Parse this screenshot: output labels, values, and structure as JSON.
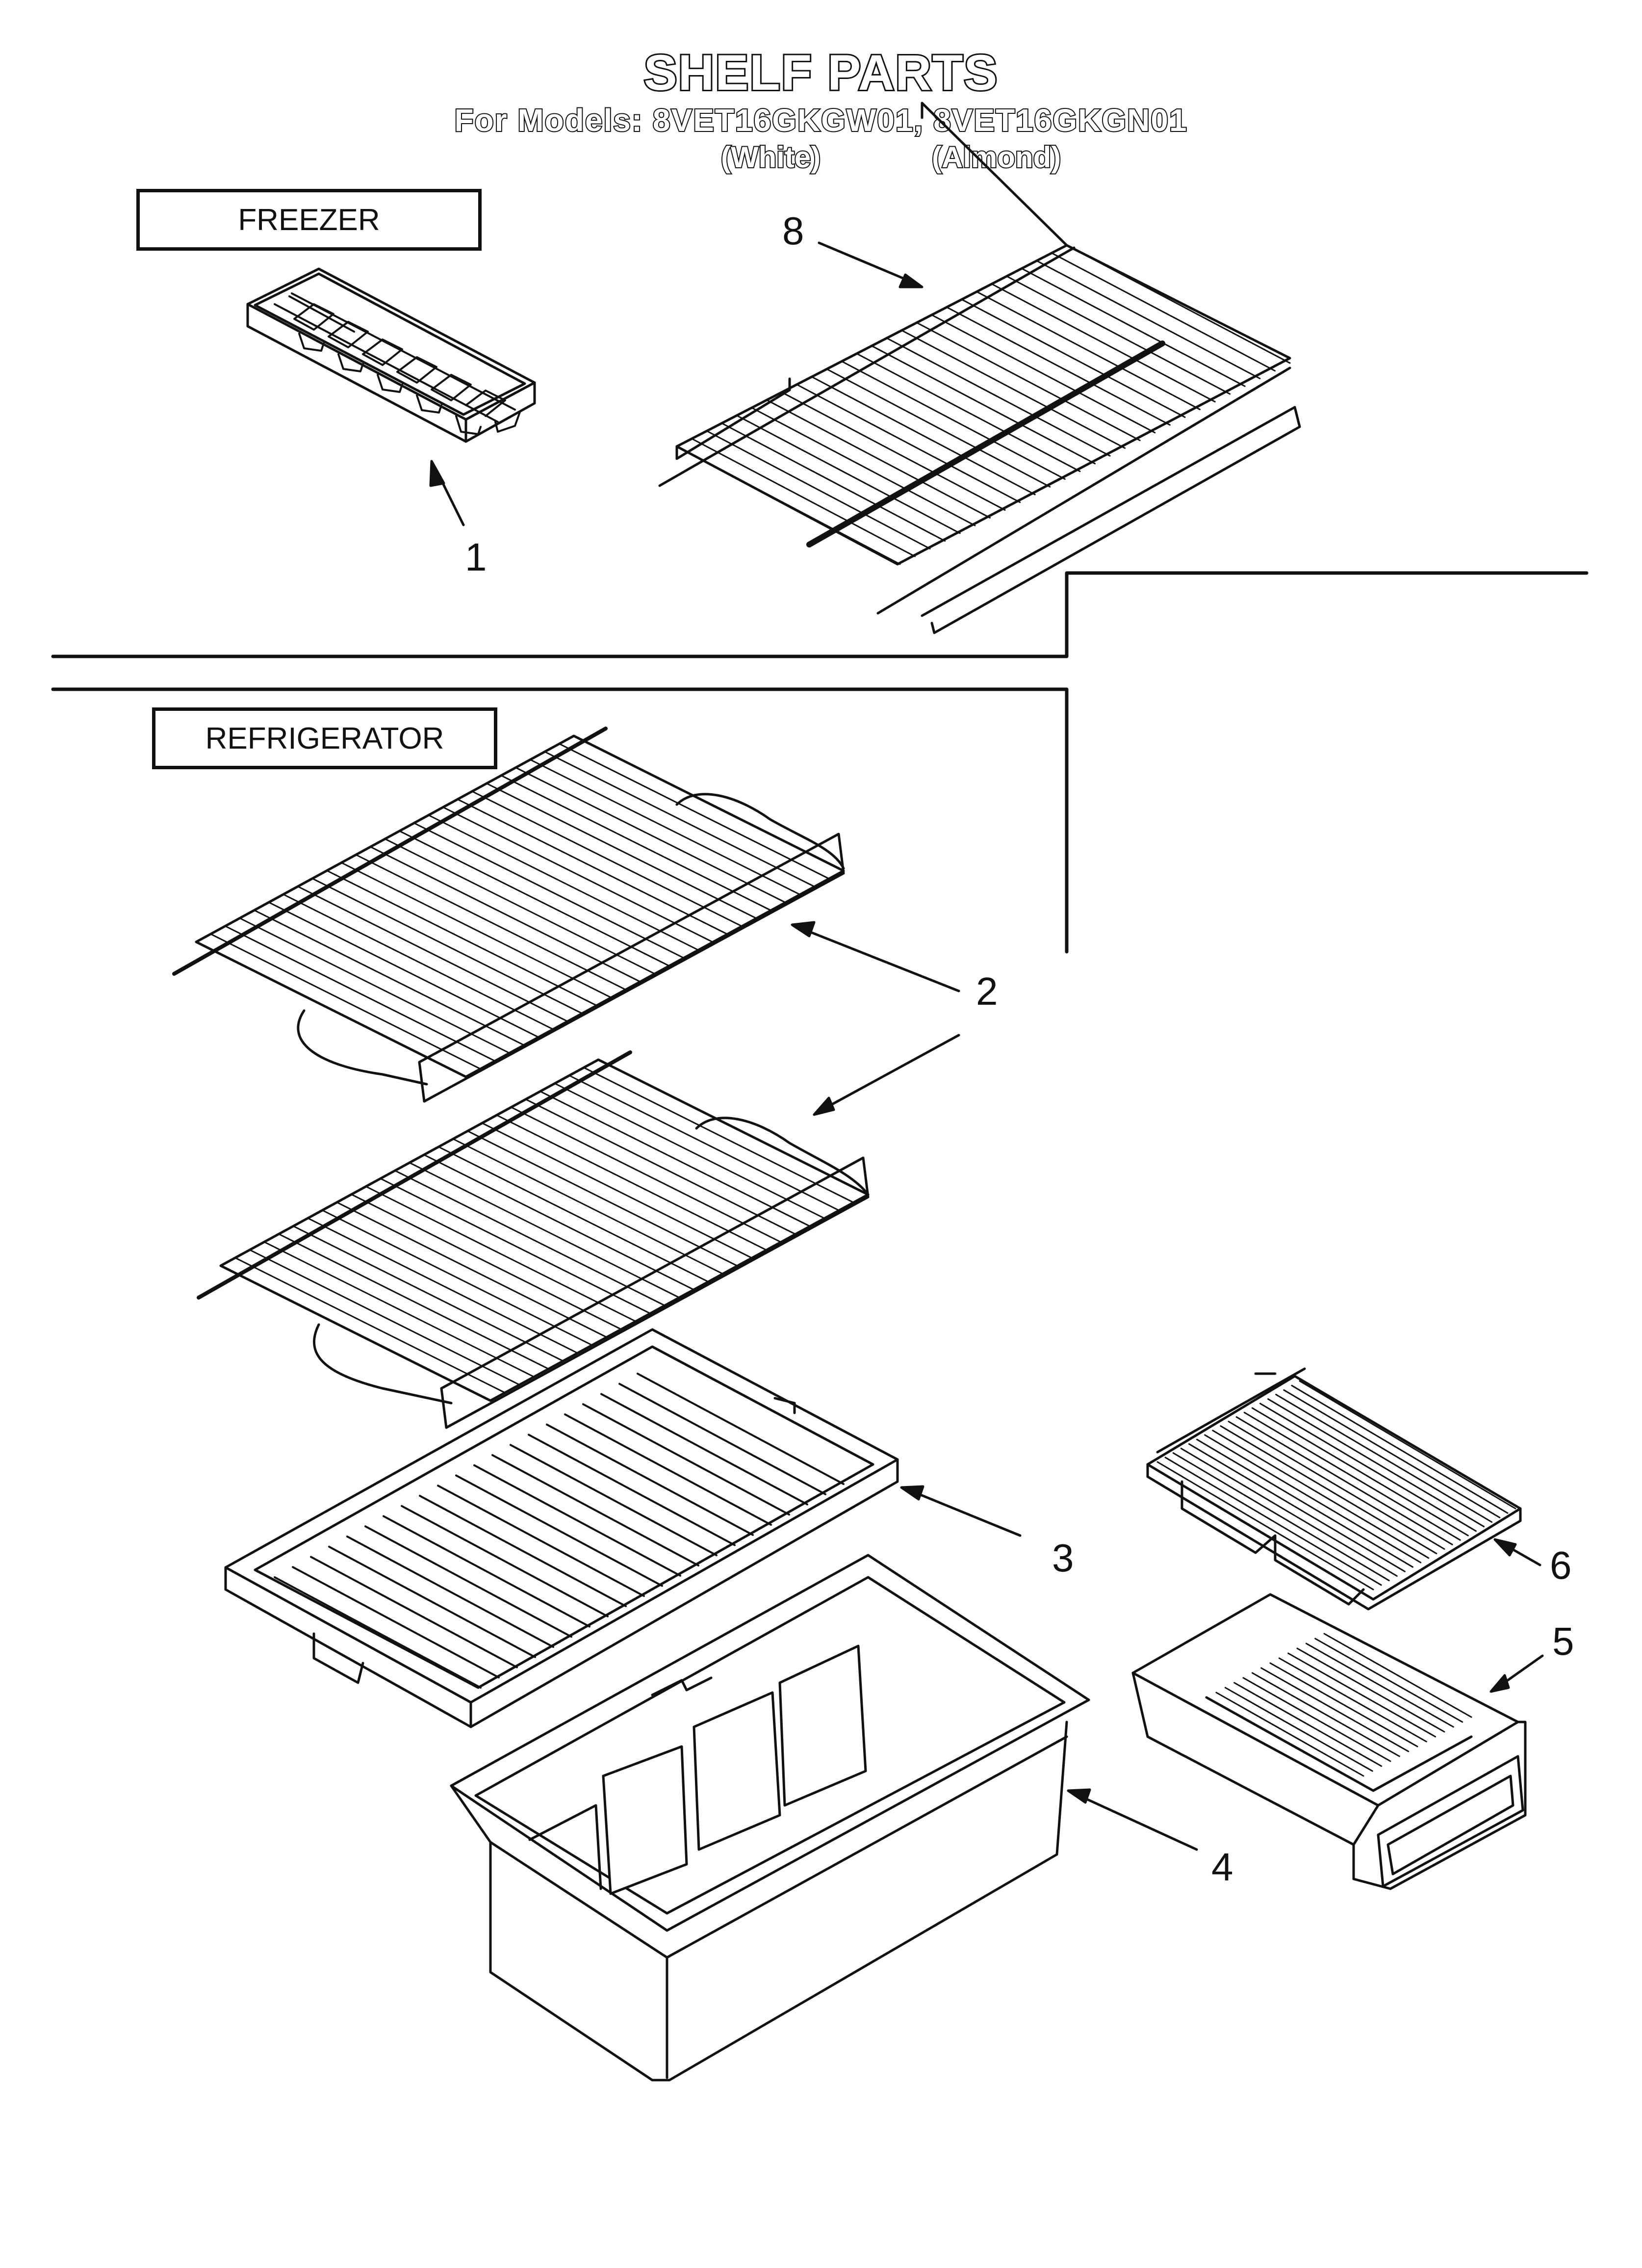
{
  "title": "SHELF PARTS",
  "models_line": "For Models: 8VET16GKGW01, 8VET16GKGN01",
  "variant_white": "(White)",
  "variant_almond": "(Almond)",
  "sections": {
    "freezer": "FREEZER",
    "refrigerator": "REFRIGERATOR"
  },
  "callouts": {
    "c1": "1",
    "c2": "2",
    "c3": "3",
    "c4": "4",
    "c5": "5",
    "c6": "6",
    "c8": "8"
  },
  "colors": {
    "line": "#111111",
    "background": "#ffffff"
  }
}
